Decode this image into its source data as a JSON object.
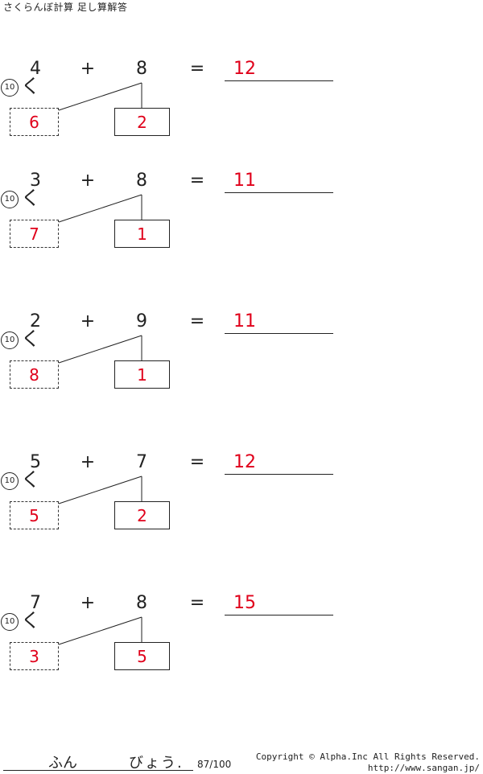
{
  "title": "さくらんぼ計算 足し算解答",
  "ten_label": "10",
  "plus_symbol": "+",
  "equals_symbol": "=",
  "bracket_symbol": "く",
  "problems": [
    {
      "a": "4",
      "b": "8",
      "answer": "12",
      "split_left": "6",
      "split_right": "2"
    },
    {
      "a": "3",
      "b": "8",
      "answer": "11",
      "split_left": "7",
      "split_right": "1"
    },
    {
      "a": "2",
      "b": "9",
      "answer": "11",
      "split_left": "8",
      "split_right": "1"
    },
    {
      "a": "5",
      "b": "7",
      "answer": "12",
      "split_left": "5",
      "split_right": "2"
    },
    {
      "a": "7",
      "b": "8",
      "answer": "15",
      "split_left": "3",
      "split_right": "5"
    }
  ],
  "footer": {
    "minutes_label": "ふん",
    "seconds_label": "びょう.",
    "page": "87/100",
    "copyright": "Copyright ©  Alpha.Inc All Rights Reserved.",
    "url": "http://www.sangan.jp/"
  }
}
